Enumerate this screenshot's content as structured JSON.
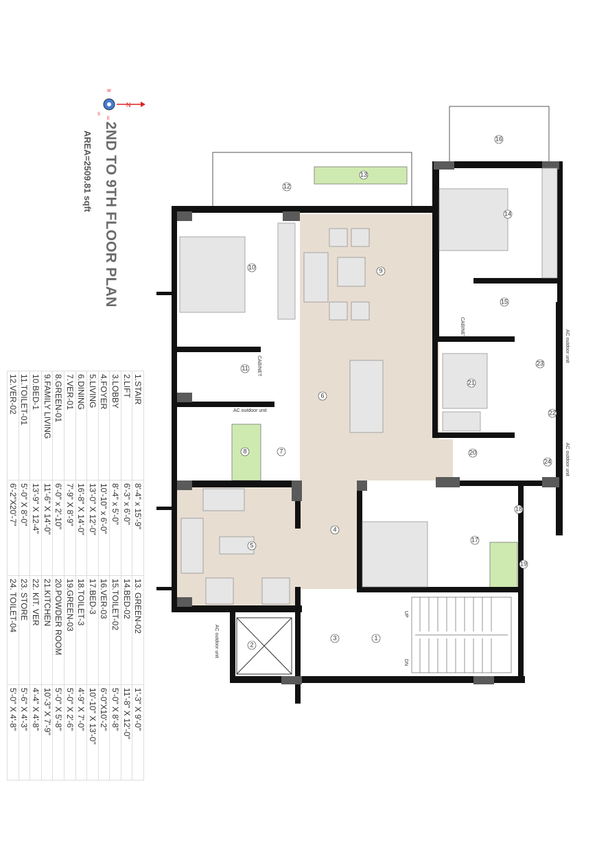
{
  "title": "2ND TO 9TH FLOOR PLAN",
  "area": "AREA=2509.81 sqft",
  "compass": {
    "n": "N",
    "s": "S",
    "e": "E",
    "w": "W"
  },
  "legend": [
    {
      "name": "1.STAIR",
      "size": "8'-4\" x 15'-9\""
    },
    {
      "name": "2.LIFT",
      "size": "6'-3\" x 6'-0\""
    },
    {
      "name": "3.LOBBY",
      "size": "8'-4\" x 5'-0\""
    },
    {
      "name": "4.FOYER",
      "size": "10'-10\" x 6'-0\""
    },
    {
      "name": "5.LIVING",
      "size": "13'-0\" X 12'-0\""
    },
    {
      "name": "6.DINING",
      "size": "16'-8\" X 14'-0\""
    },
    {
      "name": "7.VER-01",
      "size": "7'-9\" X 8'-9\""
    },
    {
      "name": "8.GREEN-01",
      "size": "6'-0\" x 2'-10\""
    },
    {
      "name": "9.FAMILY LIVING",
      "size": "11'-6\" X 14'-0\""
    },
    {
      "name": "10.BED-1",
      "size": "13'-9\" X 12-4\""
    },
    {
      "name": "11.TOILET-01",
      "size": "5'-0\" X 8'-0\""
    },
    {
      "name": "12.VER-02",
      "size": "6'-2\"X20'-7\""
    },
    {
      "name": "13. GREEN-02",
      "size": "1'-3\" X 9'-0\""
    },
    {
      "name": "14.BED-02",
      "size": "11'-8\" X 12'-0\""
    },
    {
      "name": "15.TOILET-02",
      "size": "5'-0\" X 8'-8\""
    },
    {
      "name": "16.VER-03",
      "size": "6'-0\"X10'-2\""
    },
    {
      "name": "17.BED-3",
      "size": "10'-10\" X 13'-0\""
    },
    {
      "name": "18.TOILET-3",
      "size": "4'-9\" X 7'-0\""
    },
    {
      "name": "19.GREEN-03",
      "size": "5'-0\" X 2'-6\""
    },
    {
      "name": "20.POWDER ROOM",
      "size": "5'-0\" X 5'-8\""
    },
    {
      "name": "21.KITCHEN",
      "size": "10'-3\" X 7'-9\""
    },
    {
      "name": "22. KIT. VER",
      "size": "4'-4\" X 4'-8\""
    },
    {
      "name": "23. STORE",
      "size": "5'-6\" X 4'-3\""
    },
    {
      "name": "24. TOILET-04",
      "size": "5'-0\" X 4'-8\""
    }
  ],
  "plan": {
    "room_numbers": [
      "1",
      "2",
      "3",
      "4",
      "5",
      "6",
      "7",
      "8",
      "9",
      "10",
      "11",
      "12",
      "13",
      "14",
      "15",
      "16",
      "17",
      "18",
      "19",
      "20",
      "21",
      "22",
      "23",
      "24"
    ],
    "ac_label": "AC outdoor unit",
    "cabinet": "CABINET",
    "up": "UP",
    "dn": "DN"
  },
  "colors": {
    "wall": "#111111",
    "column": "#5a5a5a",
    "floor": "#e8ddd1",
    "green": "#cfeab0",
    "furniture": "#e6e6e6"
  }
}
